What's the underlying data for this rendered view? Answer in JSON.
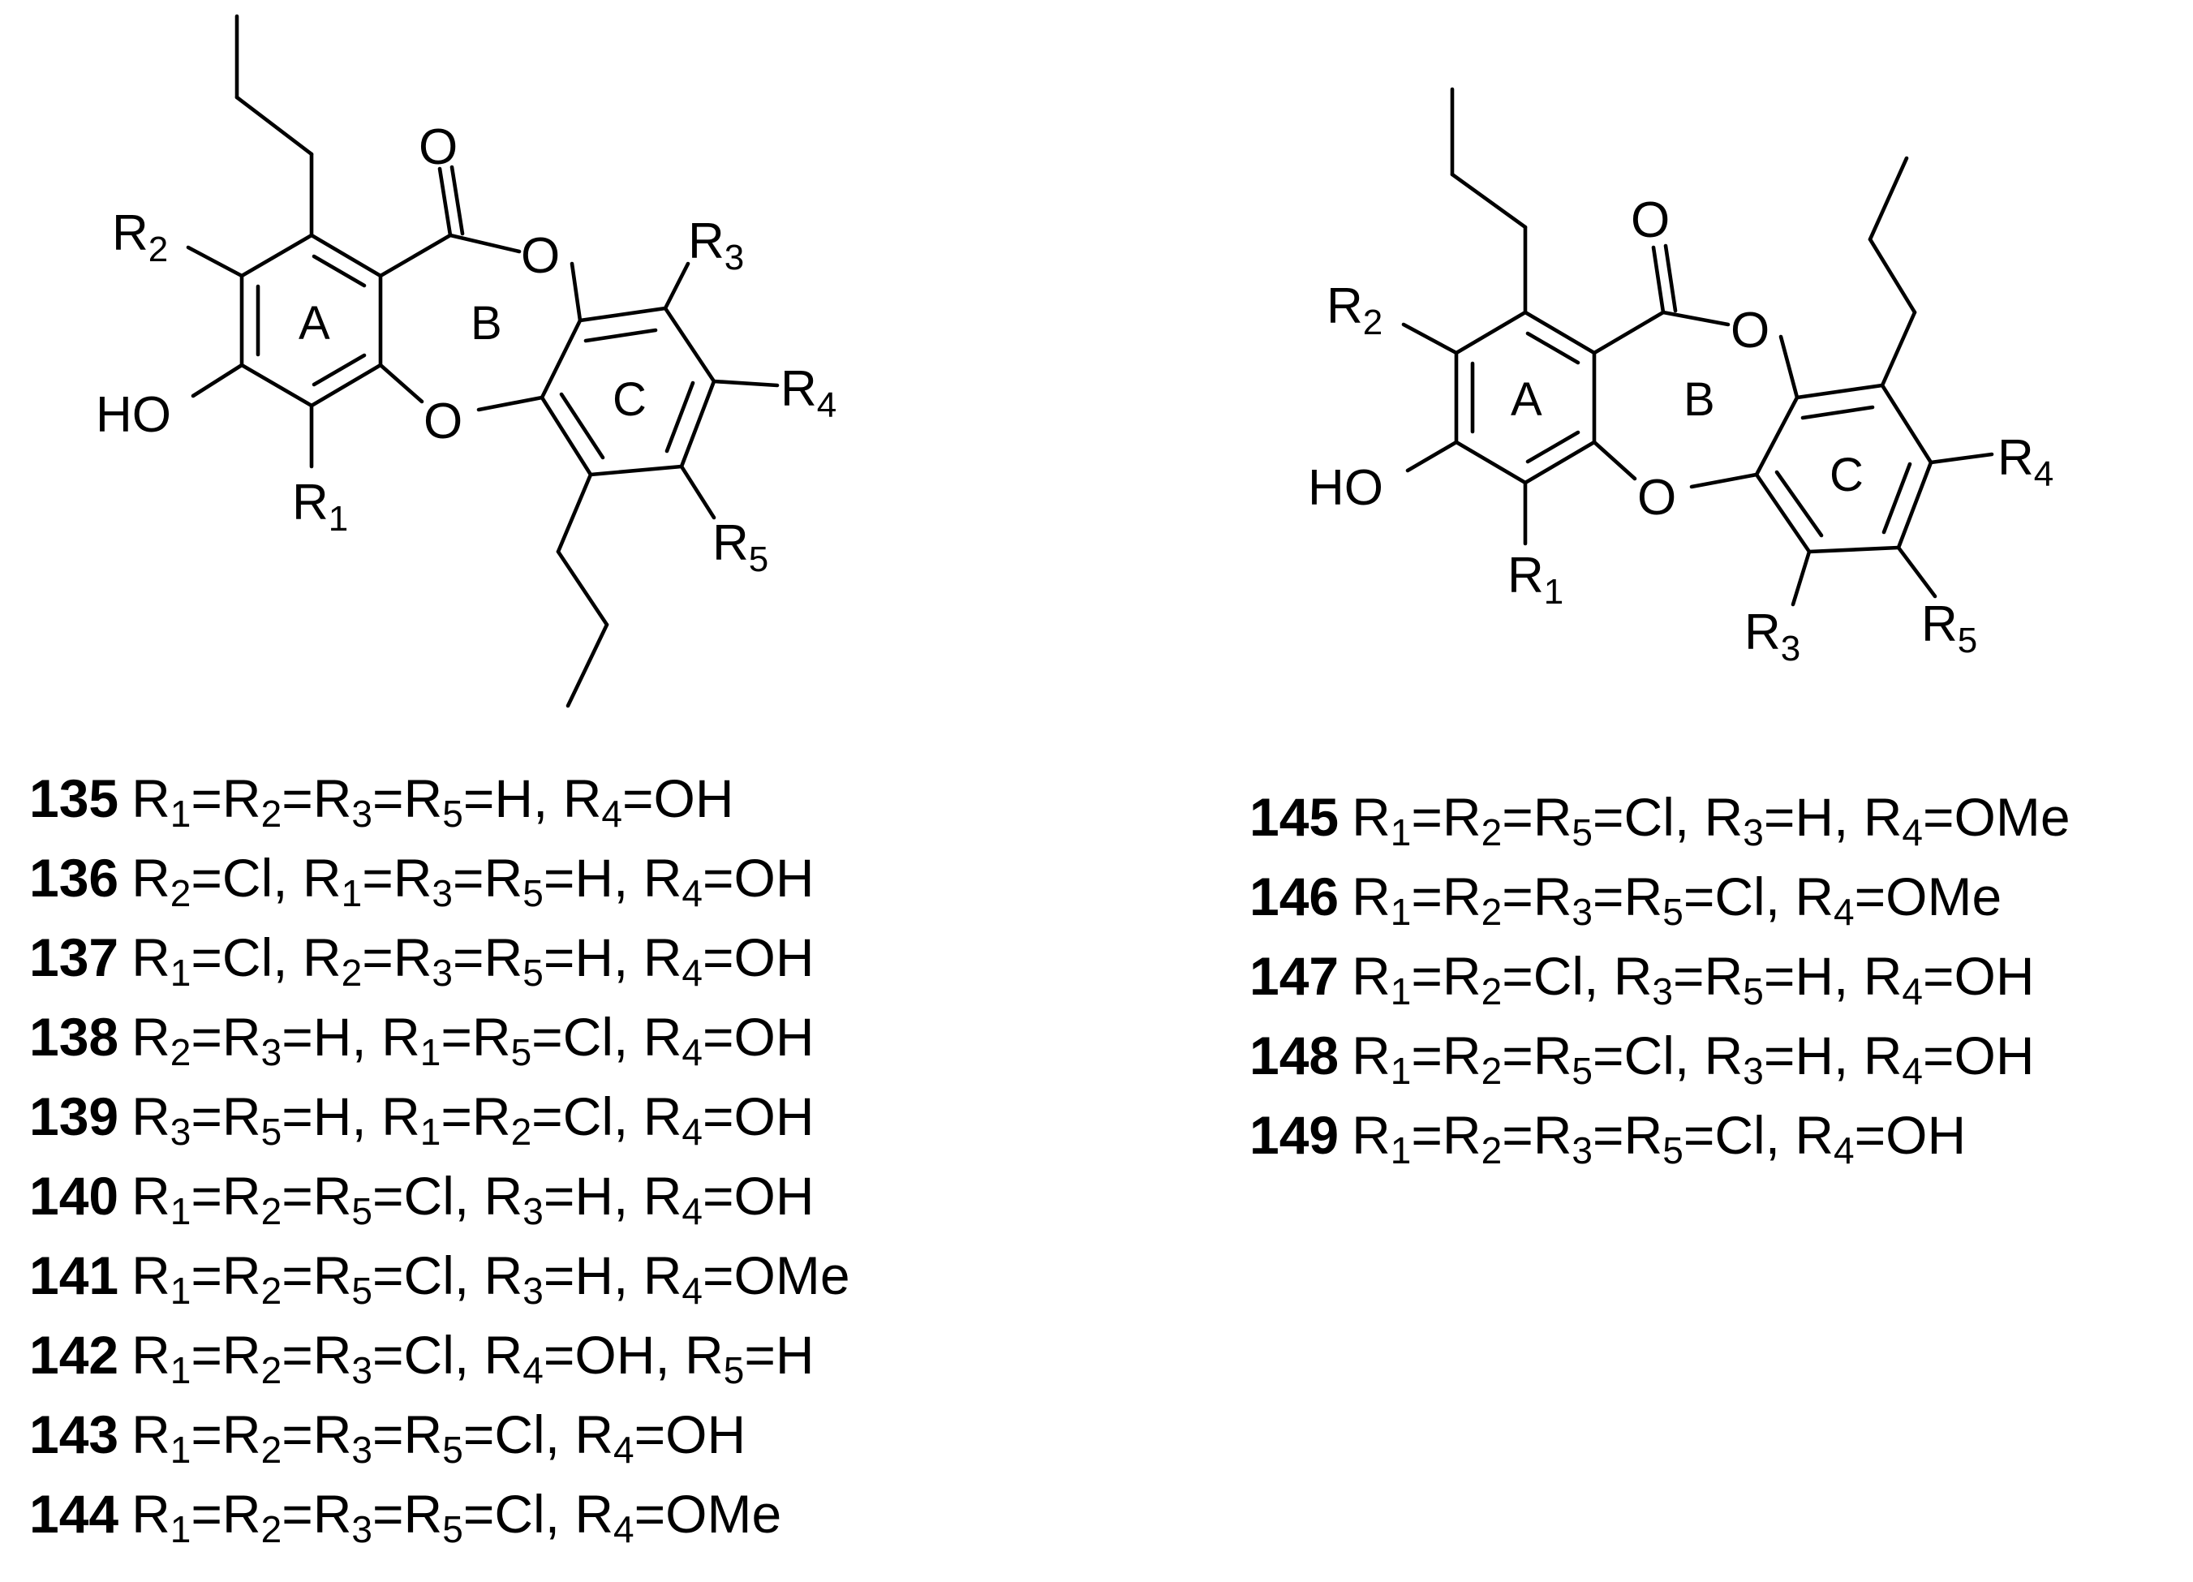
{
  "structure_left": {
    "rings": [
      "A",
      "B",
      "C"
    ],
    "atoms": {
      "carbonyl_o": "O",
      "ester_o": "O",
      "ether_o": "O",
      "hydroxyl": "HO"
    },
    "substituents": [
      "R1",
      "R2",
      "R3",
      "R4",
      "R5"
    ]
  },
  "structure_right": {
    "rings": [
      "A",
      "B",
      "C"
    ],
    "atoms": {
      "carbonyl_o": "O",
      "ester_o": "O",
      "ether_o": "O",
      "hydroxyl": "HO"
    },
    "substituents": [
      "R1",
      "R2",
      "R3",
      "R4",
      "R5"
    ]
  },
  "compounds_left": [
    {
      "id": "135",
      "parts": [
        [
          "R",
          "1"
        ],
        [
          "=R",
          "2"
        ],
        [
          "=R",
          "3"
        ],
        [
          "=R",
          "5"
        ],
        [
          "=H, R",
          "4"
        ],
        [
          "=OH",
          ""
        ]
      ]
    },
    {
      "id": "136",
      "parts": [
        [
          "R",
          "2"
        ],
        [
          "=Cl, R",
          "1"
        ],
        [
          "=R",
          "3"
        ],
        [
          "=R",
          "5"
        ],
        [
          "=H, R",
          "4"
        ],
        [
          "=OH",
          ""
        ]
      ]
    },
    {
      "id": "137",
      "parts": [
        [
          "R",
          "1"
        ],
        [
          "=Cl, R",
          "2"
        ],
        [
          "=R",
          "3"
        ],
        [
          "=R",
          "5"
        ],
        [
          "=H, R",
          "4"
        ],
        [
          "=OH",
          ""
        ]
      ]
    },
    {
      "id": "138",
      "parts": [
        [
          "R",
          "2"
        ],
        [
          "=R",
          "3"
        ],
        [
          "=H, R",
          "1"
        ],
        [
          "=R",
          "5"
        ],
        [
          "=Cl, R",
          "4"
        ],
        [
          "=OH",
          ""
        ]
      ]
    },
    {
      "id": "139",
      "parts": [
        [
          "R",
          "3"
        ],
        [
          "=R",
          "5"
        ],
        [
          "=H, R",
          "1"
        ],
        [
          "=R",
          "2"
        ],
        [
          "=Cl, R",
          "4"
        ],
        [
          "=OH",
          ""
        ]
      ]
    },
    {
      "id": "140",
      "parts": [
        [
          "R",
          "1"
        ],
        [
          "=R",
          "2"
        ],
        [
          "=R",
          "5"
        ],
        [
          "=Cl, R",
          "3"
        ],
        [
          "=H, R",
          "4"
        ],
        [
          "=OH",
          ""
        ]
      ]
    },
    {
      "id": "141",
      "parts": [
        [
          "R",
          "1"
        ],
        [
          "=R",
          "2"
        ],
        [
          "=R",
          "5"
        ],
        [
          "=Cl, R",
          "3"
        ],
        [
          "=H, R",
          "4"
        ],
        [
          "=OMe",
          ""
        ]
      ]
    },
    {
      "id": "142",
      "parts": [
        [
          "R",
          "1"
        ],
        [
          "=R",
          "2"
        ],
        [
          "=R",
          "3"
        ],
        [
          "=Cl, R",
          "4"
        ],
        [
          "=OH, R",
          "5"
        ],
        [
          "=H",
          ""
        ]
      ]
    },
    {
      "id": "143",
      "parts": [
        [
          "R",
          "1"
        ],
        [
          "=R",
          "2"
        ],
        [
          "=R",
          "3"
        ],
        [
          "=R",
          "5"
        ],
        [
          "=Cl, R",
          "4"
        ],
        [
          "=OH",
          ""
        ]
      ]
    },
    {
      "id": "144",
      "parts": [
        [
          "R",
          "1"
        ],
        [
          "=R",
          "2"
        ],
        [
          "=R",
          "3"
        ],
        [
          "=R",
          "5"
        ],
        [
          "=Cl, R",
          "4"
        ],
        [
          "=OMe",
          ""
        ]
      ]
    }
  ],
  "compounds_right": [
    {
      "id": "145",
      "parts": [
        [
          "R",
          "1"
        ],
        [
          "=R",
          "2"
        ],
        [
          "=R",
          "5"
        ],
        [
          "=Cl, R",
          "3"
        ],
        [
          "=H, R",
          "4"
        ],
        [
          "=OMe",
          ""
        ]
      ]
    },
    {
      "id": "146",
      "parts": [
        [
          "R",
          "1"
        ],
        [
          "=R",
          "2"
        ],
        [
          "=R",
          "3"
        ],
        [
          "=R",
          "5"
        ],
        [
          "=Cl, R",
          "4"
        ],
        [
          "=OMe",
          ""
        ]
      ]
    },
    {
      "id": "147",
      "parts": [
        [
          "R",
          "1"
        ],
        [
          "=R",
          "2"
        ],
        [
          "=Cl, R",
          "3"
        ],
        [
          "=R",
          "5"
        ],
        [
          "=H, R",
          "4"
        ],
        [
          "=OH",
          ""
        ]
      ]
    },
    {
      "id": "148",
      "parts": [
        [
          "R",
          "1"
        ],
        [
          "=R",
          "2"
        ],
        [
          "=R",
          "5"
        ],
        [
          "=Cl, R",
          "3"
        ],
        [
          "=H, R",
          "4"
        ],
        [
          "=OH",
          ""
        ]
      ]
    },
    {
      "id": "149",
      "parts": [
        [
          "R",
          "1"
        ],
        [
          "=R",
          "2"
        ],
        [
          "=R",
          "3"
        ],
        [
          "=R",
          "5"
        ],
        [
          "=Cl, R",
          "4"
        ],
        [
          "=OH",
          ""
        ]
      ]
    }
  ]
}
